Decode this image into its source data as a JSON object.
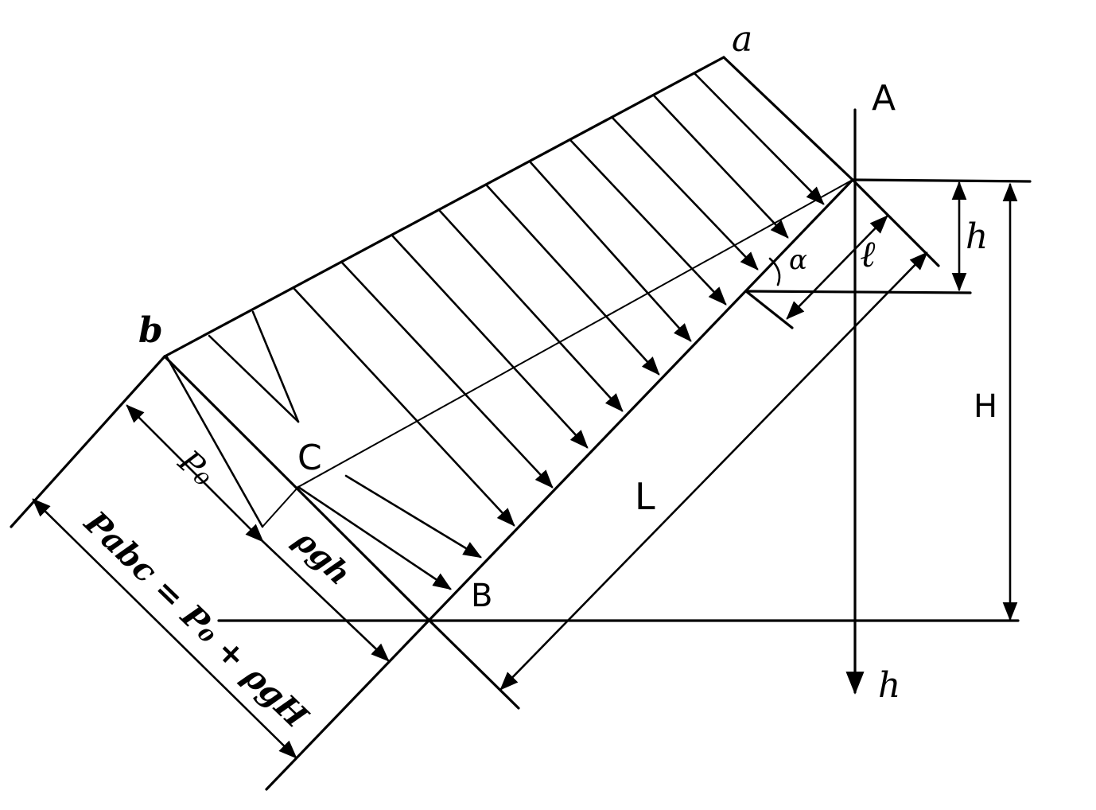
{
  "labels": {
    "point_a": "a",
    "point_b": "b",
    "point_A": "A",
    "point_B": "B",
    "point_C": "C",
    "alpha": "α",
    "l": "ℓ",
    "h_small": "h",
    "H": "H",
    "L": "L",
    "h_axis": "h",
    "p0": "P₀",
    "rho_g_h": "ρgh",
    "p_abs": "Pabc = P₀ + ρgH"
  },
  "colors": {
    "ink": "#000000",
    "paper": "#ffffff"
  }
}
